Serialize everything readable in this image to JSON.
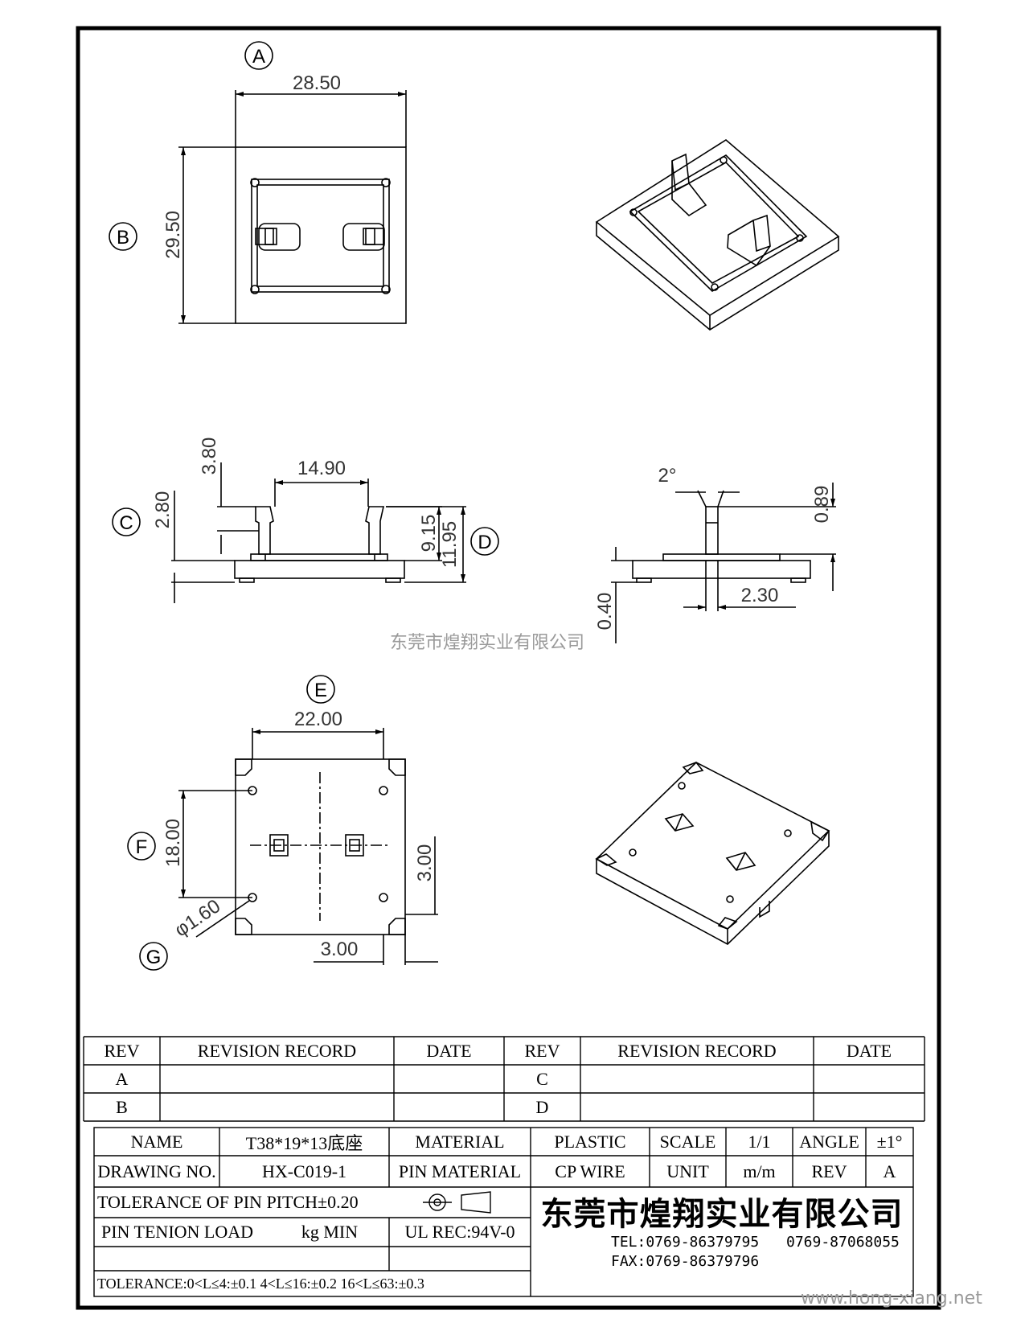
{
  "views": {
    "labels": [
      "A",
      "B",
      "C",
      "D",
      "E",
      "F",
      "G"
    ],
    "dims": {
      "a_width": "28.50",
      "b_height": "29.50",
      "c_top": "3.80",
      "c_pin": "2.80",
      "c_pitch": "14.90",
      "d_h1": "9.15",
      "d_h2": "11.95",
      "side_angle": "2°",
      "side_top": "0.89",
      "side_foot": "0.40",
      "side_width": "2.30",
      "e_width": "22.00",
      "f_height": "18.00",
      "slot_offset": "3.00",
      "corner_offset": "3.00",
      "hole_dia": "φ1.60"
    }
  },
  "watermark": {
    "center": "东莞市煌翔实业有限公司",
    "corner": "www.hong-xiang.net"
  },
  "revision_table": {
    "headers": [
      "REV",
      "REVISION RECORD",
      "DATE",
      "REV",
      "REVISION RECORD",
      "DATE"
    ],
    "rows": [
      [
        "A",
        "",
        "",
        "C",
        "",
        ""
      ],
      [
        "B",
        "",
        "",
        "D",
        "",
        ""
      ]
    ]
  },
  "title_block": {
    "name_label": "NAME",
    "name_value": "T38*19*13底座",
    "material_label": "MATERIAL",
    "material_value": "PLASTIC",
    "scale_label": "SCALE",
    "scale_value": "1/1",
    "angle_label": "ANGLE",
    "angle_value": "±1°",
    "drawing_no_label": "DRAWING NO.",
    "drawing_no_value": "HX-C019-1",
    "pin_material_label": "PIN MATERIAL",
    "pin_material_value": "CP WIRE",
    "unit_label": "UNIT",
    "unit_value": "m/m",
    "rev_label": "REV",
    "rev_value": "A",
    "pitch_tolerance": "TOLERANCE OF PIN PITCH±0.20",
    "pin_tension_label": "PIN TENION LOAD",
    "pin_tension_unit": "kg MIN",
    "ul_rec": "UL REC:94V-0",
    "tolerance_line": "TOLERANCE:0<L≤4:±0.1  4<L≤16:±0.2  16<L≤63:±0.3",
    "company": "东莞市煌翔实业有限公司",
    "tel": "TEL:0769-86379795",
    "tel2": "0769-87068055",
    "fax": "FAX:0769-86379796"
  }
}
